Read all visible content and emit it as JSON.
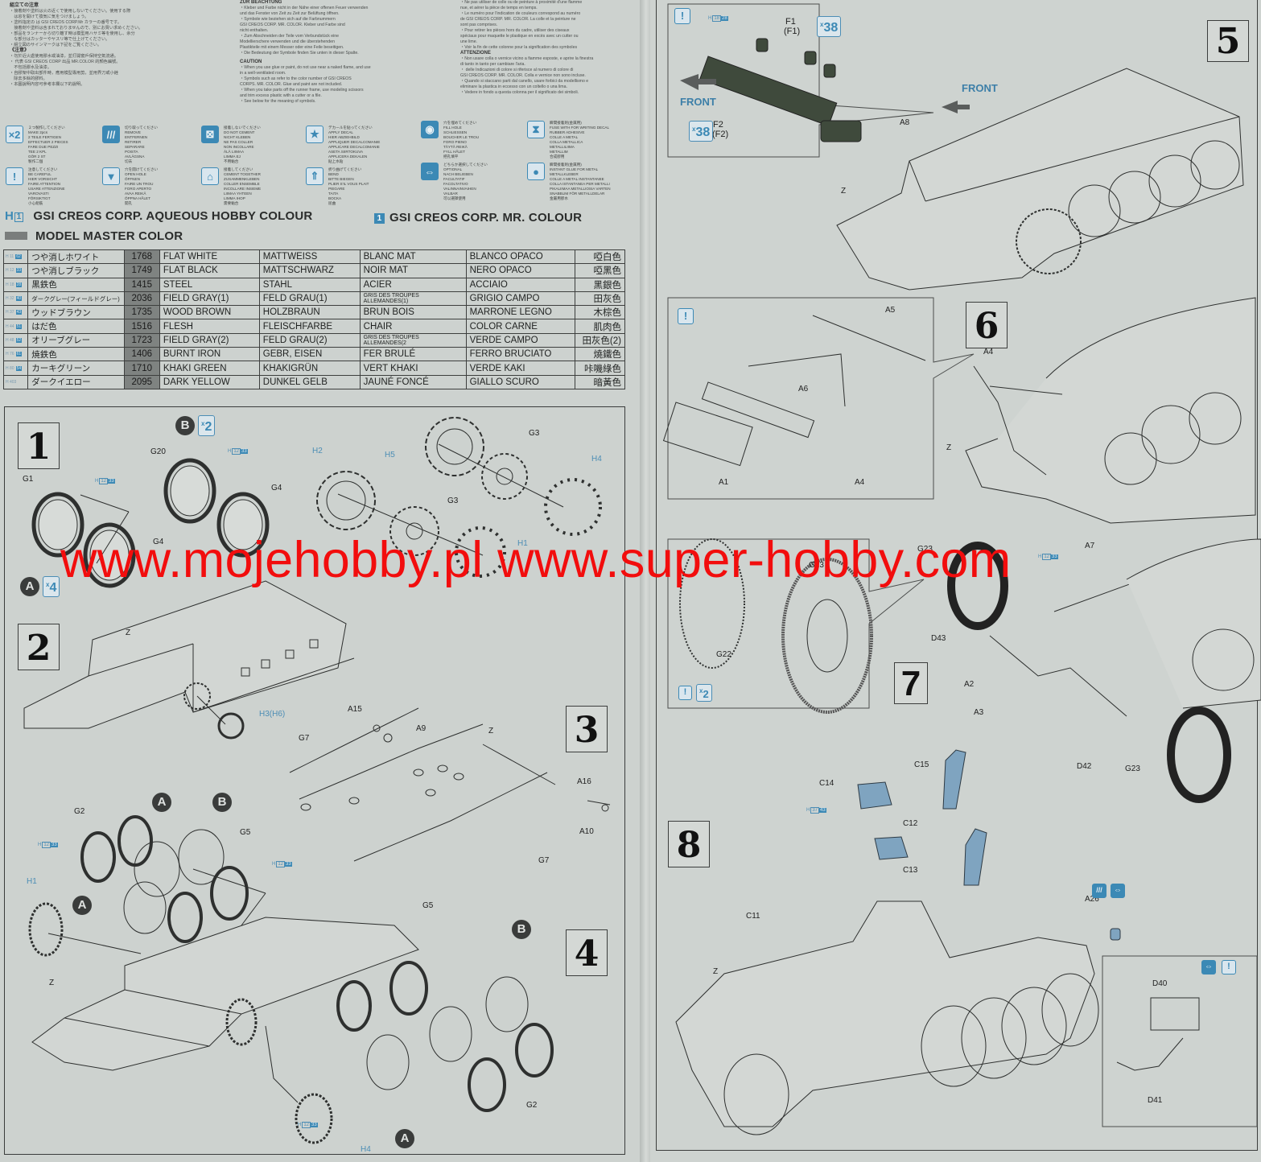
{
  "instructions": {
    "jp": {
      "heading": "組立ての注意",
      "lines": [
        "・接着剤や塗料は火の近くで使用しないでください。使用する際",
        "　は窓を開けて換気に気をつけましょう。",
        "・塗料指定の  は GSI CREOS CORP.Mr カラーの番号です。",
        "　接着剤や塗料は含まれておりませんので、別にお買い求めください。",
        "・部品をランナーから切り離す時は模型用ハサミ等を使用し、余分",
        "　な部分はカッターやヤスリ等で仕上げてください。",
        "・組立図のサインマークは下記をご覧ください。"
      ]
    },
    "zh": {
      "heading": "《注意》",
      "lines": [
        "・勿於近火處使用膠水或油漆，並打開窗戶保持空氣流通。",
        "・  代表 GSI CREOS CORP 出品 MR.COLOR 的顏色編號。",
        "　不包括膠水及油漆。",
        "・自膠架中取出部件時，應用模型專用剪，並用界刀或小銼",
        "　除去多餘的膠料。",
        "・本圖說明內容可參考本欄以下的說明。"
      ]
    },
    "de": {
      "heading": "ZUR BEACHTUNG",
      "lines": [
        "・Kleber und Farbe nicht in der Nähe einer offenen Feuer verwenden",
        "  und das Fenster von Zeit zu Zeit zur Belüftung öffnen.",
        "・Symbole wie    beziehen sich auf die Farbnummern",
        "  GSI CREOS CORP. MR. COLOR. Kleber und Farbe sind",
        "  nicht enthalten.",
        "・Zum Abschneiden der Teile vom Verbundstück eine",
        "  Modellierschere verwenden und die überstehenden",
        "  Plastikteile mit einem Messer oder eine Feile beseitigen.",
        "・Die Bedeutung der Symbole finden Sie unten in dieser Spalte."
      ]
    },
    "en": {
      "heading": "CAUTION",
      "lines": [
        "・When you use glue or paint, do not use near a naked flame, and use",
        "  in a well-ventilated room.",
        "・Symbols such as    refer to the color number of GSI CREOS",
        "  CORPS. MR. COLOR. Glue and paint are not included.",
        "・When you take parts off the runner frame, use modeling scissors",
        "  and trim excess plastic with a cutter or a file.",
        "・See below for the meaning of symbols."
      ]
    },
    "fr": {
      "heading": "",
      "lines": [
        "・Ne pas utiliser de colle ou de peinture à proximité d'une flamme",
        "  nue, et aérer la pièce de temps en temps.",
        "・Le numéro    pour l'indication de couleurs correspond au numéro",
        "  de GSI CREOS CORP. MR. COLOR. La colle et la peinture ne",
        "  sont pas comprises.",
        "・Pour retirer les pièces hors du cadre, utiliser des ciseaux",
        "  spéciaux pour maquette le plastique en excès avec un cutter ou",
        "  une lime.",
        "・Voir la fin de cette colonne pour la signification des symboles"
      ]
    },
    "it": {
      "heading": "ATTENZIONE",
      "lines": [
        "・Non usare colla o vernice vicino a fiamme esposte, e aprire la finestra",
        "  di tanto in tanto per cambiare l'aria.",
        "・   delle Indicazioni di colore si riferisce al numero di colore di",
        "  GSI CREOS CORP. MR. COLOR. Colla e vernice non sono incluse.",
        "・Quando si staccano parti dal canello, usare forbici da modellismo e",
        "  eliminare la plastica in eccesso con un coltello o una lima.",
        "・Vedere in fondo a questa colonna per il significato dei simboli."
      ]
    }
  },
  "symbols": [
    {
      "icon": "x2",
      "name": "make-two",
      "lines": [
        "２つ製作してください",
        "MAKE 2pcs",
        "2 TEILE FERTIGEN",
        "EFFECTUER 2 PIECES",
        "FARE DUE PEZZI",
        "TEE 2 KPL",
        "GÖR 2 ST",
        "製作二個"
      ]
    },
    {
      "icon": "!",
      "name": "be-careful",
      "lines": [
        "注意してください",
        "BE CAREFUL",
        "HIER VORSICHT",
        "FAIRE ATTENTION",
        "USARE ATTENZIONE",
        "VAROVASTI",
        "FÖRSIKTIGT",
        "小心組裝"
      ]
    },
    {
      "icon": "///",
      "name": "remove",
      "lines": [
        "切り取ってください",
        "REMOVE",
        "ENTFERNEN",
        "RETIRER",
        "SEPARARE",
        "POISTA",
        "AVLÄGSNA",
        "切去"
      ]
    },
    {
      "icon": "▼",
      "name": "open-hole",
      "lines": [
        "穴を開けてください",
        "OPEN HOLE",
        "ÖFFNEN",
        "FAIRE UN TROU",
        "FORO APERTO",
        "AVAA REIKÄ",
        "ÖPPNA HÅLET",
        "開孔"
      ]
    },
    {
      "icon": "⊠",
      "name": "do-not-cement",
      "lines": [
        "接着しないでください",
        "DO NOT CEMENT",
        "NICHT KLEBEN",
        "NE PAS COLLER",
        "NON INCOLLARE",
        "ÄLÄ LIIMAA",
        "LIMMA EJ",
        "不用黏合"
      ]
    },
    {
      "icon": "⌂",
      "name": "cement-together",
      "lines": [
        "接着してください",
        "CEMENT TOGETHER",
        "ZUSAMMENKLEBEN",
        "COLLER ENSEMBLE",
        "INCOLLARE INSIEME",
        "LIIMAA YHTEEN",
        "LIMMA IHOP",
        "需要黏合"
      ]
    },
    {
      "icon": "★",
      "name": "apply-decal",
      "lines": [
        "デカールを貼ってください",
        "APPLY DECAL",
        "HIER ABZIEHBILD",
        "APPLIQUER DECALCOMANIE",
        "APPLICARE DECALCOMANIE",
        "ASETA SIIRTOKUVA",
        "APPLICERA DEKALEN",
        "貼上水貼"
      ]
    },
    {
      "icon": "⇑",
      "name": "bend",
      "lines": [
        "折り曲げてください",
        "BEND",
        "BITTE BIEGEN",
        "PLIER S'IL VOUS PLAIT",
        "PIEGARE",
        "TAITA",
        "BOCKA",
        "屈曲"
      ]
    },
    {
      "icon": "◉",
      "name": "fill-hole",
      "lines": [
        "穴を埋めてください",
        "FILL HOLE",
        "SCHLIESSEN",
        "BOUCHER LE TROU",
        "FORO PIENO",
        "TÄYTÄ REIKÄ",
        "FYLL HÅLET",
        "把孔填平"
      ]
    },
    {
      "icon": "⇔",
      "name": "optional",
      "lines": [
        "どちらか選択してください",
        "OPTIONAL",
        "NACH BELIEBEN",
        "FACULTATIF",
        "FACOLTATIVO",
        "VALINNAINVAIHEN",
        "VALBAR",
        "可以選擇使用"
      ]
    },
    {
      "icon": "⧗",
      "name": "flat-glue",
      "lines": [
        "瞬間接着剤(金属用)",
        "FUSE WITH FOR WRITING DECAL",
        "RUBBER ADHESIVE",
        "COLLE A METAL",
        "COLLA METALLICA",
        "METALLILIIMA",
        "METALLIM",
        "合成膠用"
      ]
    },
    {
      "icon": "💧",
      "name": "instant-glue-metal",
      "lines": [
        "瞬間接着剤(金属用)",
        "INSTANT GLUE FOR METAL",
        "METALLKLEBER",
        "COLLE A METAL INSTANTANEE",
        "COLLA ISTANTANEA PER METALLI",
        "PIKALIIMAA METALLIOSIA VARTEN",
        "SNABBLIM FÖR METALLDELAR",
        "金屬用膠水"
      ]
    }
  ],
  "brands": {
    "aqueous": {
      "prefix": "H",
      "chip": "1",
      "label": "GSI CREOS CORP. AQUEOUS HOBBY COLOUR"
    },
    "mrcolor": {
      "chip": "1",
      "label": "GSI CREOS CORP. MR. COLOUR"
    },
    "model_master": {
      "label": "MODEL MASTER COLOR"
    }
  },
  "color_table": [
    {
      "h": "H 11",
      "mr": "62",
      "jp": "つや消しホワイト",
      "fs": "1768",
      "en": "FLAT WHITE",
      "de": "MATTWEISS",
      "fr": "BLANC MAT",
      "it": "BLANCO OPACO",
      "zh": "啞白色"
    },
    {
      "h": "H 12",
      "mr": "33",
      "jp": "つや消しブラック",
      "fs": "1749",
      "en": "FLAT BLACK",
      "de": "MATTSCHWARZ",
      "fr": "NOIR MAT",
      "it": "NERO OPACO",
      "zh": "啞黑色"
    },
    {
      "h": "H 18",
      "mr": "28",
      "jp": "黒鉄色",
      "fs": "1415",
      "en": "STEEL",
      "de": "STAHL",
      "fr": "ACIER",
      "it": "ACCIAIO",
      "zh": "黑銀色"
    },
    {
      "h": "H 32",
      "mr": "40",
      "jp": "ダークグレー(フィールドグレー)",
      "fs": "2036",
      "en": "FIELD GRAY(1)",
      "de": "FELD GRAU(1)",
      "fr": "GRIS DES TROUPES ALLEMANDES(1)",
      "it": "GRIGIO CAMPO",
      "zh": "田灰色"
    },
    {
      "h": "H 37",
      "mr": "43",
      "jp": "ウッドブラウン",
      "fs": "1735",
      "en": "WOOD BROWN",
      "de": "HOLZBRAUN",
      "fr": "BRUN BOIS",
      "it": "MARRONE LEGNO",
      "zh": "木棕色"
    },
    {
      "h": "H 44",
      "mr": "51",
      "jp": "はだ色",
      "fs": "1516",
      "en": "FLESH",
      "de": "FLEISCHFARBE",
      "fr": "CHAIR",
      "it": "COLOR CARNE",
      "zh": "肌肉色"
    },
    {
      "h": "H 48",
      "mr": "52",
      "jp": "オリーブグレー",
      "fs": "1723",
      "en": "FIELD GRAY(2)",
      "de": "FELD GRAU(2)",
      "fr": "GRIS DES TROUPES ALLEMANDES(2",
      "it": "VERDE CAMPO",
      "zh": "田灰色(2)"
    },
    {
      "h": "H 76",
      "mr": "61",
      "jp": "焼鉄色",
      "fs": "1406",
      "en": "BURNT IRON",
      "de": "GEBR, EISEN",
      "fr": "FER BRULÉ",
      "it": "FERRO BRUCIATO",
      "zh": "燒鐵色"
    },
    {
      "h": "H 80",
      "mr": "54",
      "jp": "カーキグリーン",
      "fs": "1710",
      "en": "KHAKI GREEN",
      "de": "KHAKIGRÜN",
      "fr": "VERT KHAKI",
      "it": "VERDE KAKI",
      "zh": "咔嘰綠色"
    },
    {
      "h": "H 403",
      "mr": "",
      "jp": "ダークイエロー",
      "fs": "2095",
      "en": "DARK YELLOW",
      "de": "DUNKEL GELB",
      "fr": "JAUNÉ FONCÉ",
      "it": "GIALLO SCURO",
      "zh": "暗黃色"
    }
  ],
  "steps": {
    "s1": {
      "number": "1",
      "qty_b": {
        "letter": "B",
        "mul": "2"
      },
      "qty_a": {
        "letter": "A",
        "mul": "4"
      },
      "labels": [
        "G1",
        "G4",
        "G20",
        "G4",
        "H2",
        "G3",
        "H5",
        "G3",
        "H4",
        "H1"
      ],
      "paint": {
        "h": "12",
        "mr": "33"
      }
    },
    "s2": {
      "number": "2",
      "labels": [
        "Z",
        "H3(H6)"
      ]
    },
    "s3": {
      "number": "3",
      "labels": [
        "A15",
        "A9",
        "Z",
        "G7",
        "A16",
        "A10",
        "G7"
      ]
    },
    "s4": {
      "number": "4",
      "labels": [
        "G2",
        "G5",
        "H1",
        "Z",
        "G5",
        "G2",
        "H4"
      ],
      "paint": {
        "h": "12",
        "mr": "33"
      },
      "circles": [
        "A",
        "B",
        "A",
        "B",
        "A"
      ]
    },
    "s5": {
      "number": "5",
      "labels": [
        "F1",
        "(F1)",
        "F2",
        "(F2)",
        "A8",
        "Z"
      ],
      "front": "FRONT",
      "qty": "38",
      "paint": {
        "h": "18",
        "mr": "28"
      }
    },
    "s6": {
      "number": "6",
      "labels": [
        "A5",
        "A6",
        "A1",
        "A4",
        "A4",
        "Z"
      ]
    },
    "s7": {
      "number": "7",
      "labels": [
        "G22",
        "G23",
        "G23",
        "A7",
        "D43",
        "A2",
        "A3",
        "D42",
        "G23"
      ],
      "qty": "2",
      "paint": {
        "h": "12",
        "mr": "33"
      }
    },
    "s8": {
      "number": "8",
      "labels": [
        "C14",
        "C15",
        "C12",
        "C13",
        "C11",
        "Z",
        "A26",
        "D40",
        "D41"
      ],
      "paint": {
        "h": "37",
        "mr": "43"
      }
    }
  },
  "watermark": "www.mojehobby.pl www.super-hobby.com"
}
